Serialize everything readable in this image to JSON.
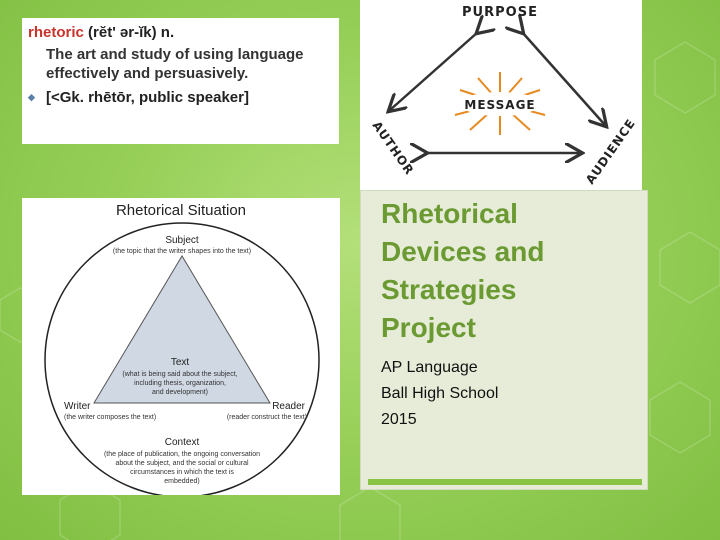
{
  "definition": {
    "word": "rhetoric",
    "pronunciation": "(rĕt' ər-ĭk)",
    "pos": "n.",
    "meaning": "The art and study of using language effectively and persuasively.",
    "etymology": "[<Gk. rhētōr, public speaker]"
  },
  "situation_diagram": {
    "title": "Rhetorical Situation",
    "subject_label": "Subject",
    "subject_note": "(the topic that the writer shapes into the text)",
    "text_label": "Text",
    "text_note_1": "(what is being said about the subject,",
    "text_note_2": "including thesis, organization,",
    "text_note_3": "and development)",
    "writer_label": "Writer",
    "writer_note": "(the writer composes the text)",
    "reader_label": "Reader",
    "reader_note": "(reader construct the text)",
    "context_label": "Context",
    "context_note_1": "(the place of publication, the ongoing conversation",
    "context_note_2": "about the subject, and the social or cultural",
    "context_note_3": "circumstances in which the text is",
    "context_note_4": "embedded)"
  },
  "triangle_diagram": {
    "purpose": "PURPOSE",
    "message": "MESSAGE",
    "author": "AUTHOR",
    "audience": "AUDIENCE"
  },
  "slide": {
    "title": "Rhetorical Devices and Strategies Project",
    "line1": "AP Language",
    "line2": "Ball High School",
    "line3": "2015"
  },
  "colors": {
    "accent_green": "#6a9a31",
    "definition_red": "#c8332b",
    "message_orange": "#e68a1f"
  }
}
